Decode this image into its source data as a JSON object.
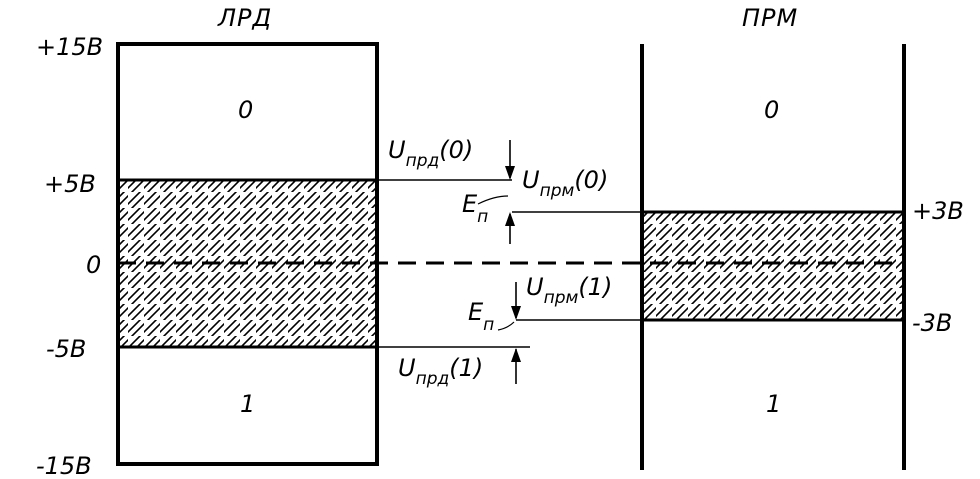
{
  "headers": {
    "transmitter": "ЛРД",
    "receiver": "ПРМ"
  },
  "left_scale": {
    "top": "+15В",
    "high": "+5В",
    "zero": "0",
    "low": "-5В",
    "bottom": "-15В"
  },
  "right_scale": {
    "high": "+3В",
    "low": "-3В"
  },
  "zones": {
    "tx_zero": "0",
    "tx_one": "1",
    "rx_zero": "0",
    "rx_one": "1"
  },
  "annotations": {
    "u_tx_0": {
      "main": "U",
      "sub": "прд",
      "arg": "(0)"
    },
    "u_rx_0": {
      "main": "U",
      "sub": "прм",
      "arg": "(0)"
    },
    "e_n_upper": {
      "main": "E",
      "sub": "п"
    },
    "u_rx_1": {
      "main": "U",
      "sub": "прм",
      "arg": "(1)"
    },
    "e_n_lower": {
      "main": "E",
      "sub": "п"
    },
    "u_tx_1": {
      "main": "U",
      "sub": "прд",
      "arg": "(1)"
    }
  },
  "colors": {
    "ink": "#000000",
    "background": "#ffffff"
  }
}
